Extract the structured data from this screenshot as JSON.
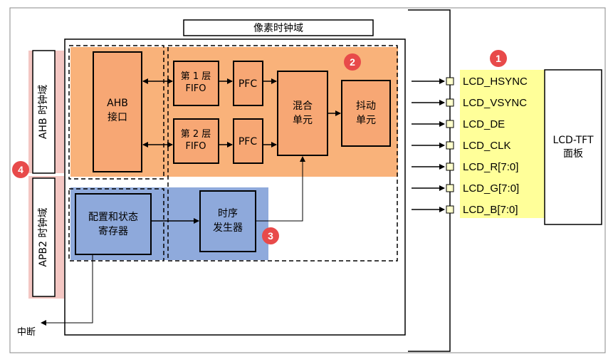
{
  "colors": {
    "ltdc_region": "#F9B27A",
    "config_region": "#8FAADC",
    "block_fill": "#F7A774",
    "config_block_fill": "#8EA9DB",
    "signal_panel": "#FFFF99",
    "clock_domain_fill": "#F4C7C3",
    "badge": "#E84A4A"
  },
  "pixel_clock_domain": "像素时钟域",
  "ahb_clock_domain": "AHB 时钟域",
  "apb2_clock_domain": "APB2 时钟域",
  "ahb_interface": {
    "line1": "AHB",
    "line2": "接口"
  },
  "fifo1": {
    "line1": "第 1 层",
    "line2": "FIFO"
  },
  "fifo2": {
    "line1": "第 2 层",
    "line2": "FIFO"
  },
  "pfc1": "PFC",
  "pfc2": "PFC",
  "blend_unit": {
    "line1": "混合",
    "line2": "单元"
  },
  "dither_unit": {
    "line1": "抖动",
    "line2": "单元"
  },
  "config_registers": {
    "line1": "配置和状态",
    "line2": "寄存器"
  },
  "timing_generator": {
    "line1": "时序",
    "line2": "发生器"
  },
  "interrupt": "中断",
  "signals": [
    "LCD_HSYNC",
    "LCD_VSYNC",
    "LCD_DE",
    "LCD_CLK",
    "LCD_R[7:0]",
    "LCD_G[7:0]",
    "LCD_B[7:0]"
  ],
  "panel": {
    "line1": "LCD-TFT",
    "line2": "面板"
  },
  "badges": {
    "b1": "1",
    "b2": "2",
    "b3": "3",
    "b4": "4"
  }
}
